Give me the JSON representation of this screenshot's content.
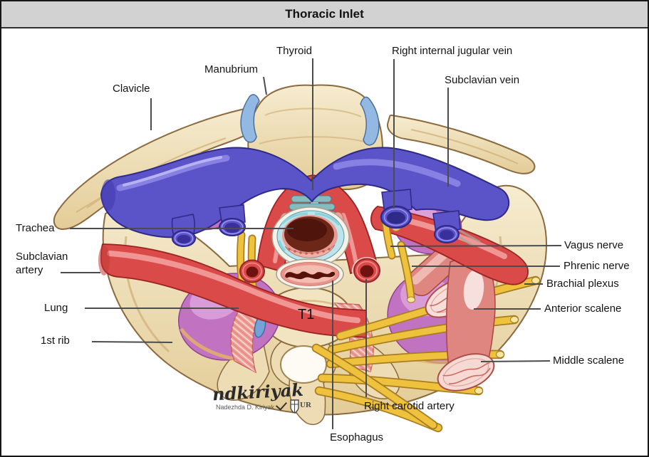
{
  "title": "Thoracic Inlet",
  "labels": {
    "clavicle": "Clavicle",
    "manubrium": "Manubrium",
    "thyroid": "Thyroid",
    "right_internal_jugular_vein": "Right internal jugular vein",
    "subclavian_vein": "Subclavian vein",
    "trachea": "Trachea",
    "subclavian_artery": "Subclavian artery",
    "lung": "Lung",
    "first_rib": "1st rib",
    "vagus_nerve": "Vagus nerve",
    "phrenic_nerve": "Phrenic nerve",
    "brachial_plexus": "Brachial plexus",
    "anterior_scalene": "Anterior scalene",
    "middle_scalene": "Middle scalene",
    "t1_vertebra": "T1",
    "right_carotid_artery": "Right carotid artery",
    "esophagus": "Esophagus"
  },
  "signature": {
    "script": "ndkiriyak",
    "name": "Nadezhda D. Kiriyak",
    "logo": "UR"
  },
  "colors": {
    "title_bar": "#d2d2d2",
    "bone": "#edddb6",
    "vein_blue": "#5b53c8",
    "artery_red": "#d94a48",
    "nerve_yellow": "#eec23c",
    "lung_purple": "#c172c1",
    "muscle_pink": "#e08680",
    "trachea_cartilage": "#bce4ea",
    "leader_line": "#4c4c4c"
  }
}
